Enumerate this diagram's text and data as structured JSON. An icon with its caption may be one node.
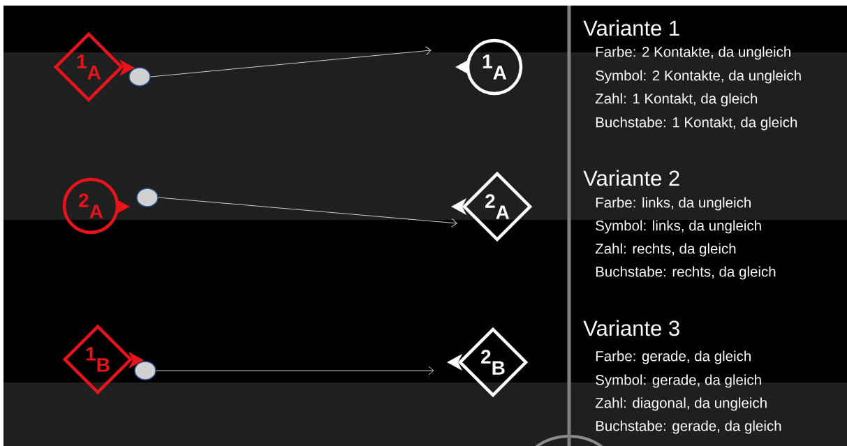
{
  "diagram": {
    "nodes": [
      {
        "text": [
          "1",
          "A"
        ]
      },
      {
        "text": [],
        "shape": "circle"
      },
      {
        "text": [
          "1",
          "A"
        ]
      },
      {
        "text": [
          "2",
          "A"
        ]
      },
      {
        "text": [],
        "shape": "circle"
      },
      {
        "text": [
          "2",
          "A"
        ]
      },
      {
        "text": [
          "1",
          "B"
        ]
      },
      {
        "text": [],
        "shape": "circle"
      },
      {
        "text": [
          "2",
          "B"
        ]
      }
    ],
    "edges": [
      {
        "from": 1,
        "to": 2,
        "arrow": "to"
      },
      {
        "from": 4,
        "to": 5,
        "arrow": "to"
      },
      {
        "from": 7,
        "to": 8,
        "arrow": "to"
      }
    ],
    "labels": [
      "Variante 1",
      "Farbe: 2 Kontakte, da ungleich",
      "Symbol: 2 Kontakte, da ungleich",
      "Zahl: 1 Kontakt, da gleich",
      "Buchstabe: 1 Kontakt, da gleich",
      "Variante 2",
      "Farbe: links, da ungleich",
      "Symbol: links, da ungleich",
      "Zahl: rechts, da gleich",
      "Buchstabe: rechts, da gleich",
      "Variante 3",
      "Farbe: gerade, da gleich",
      "Symbol: gerade, da gleich",
      "Zahl: diagonal, da ungleich",
      "Buchstabe: gerade, da gleich"
    ]
  }
}
